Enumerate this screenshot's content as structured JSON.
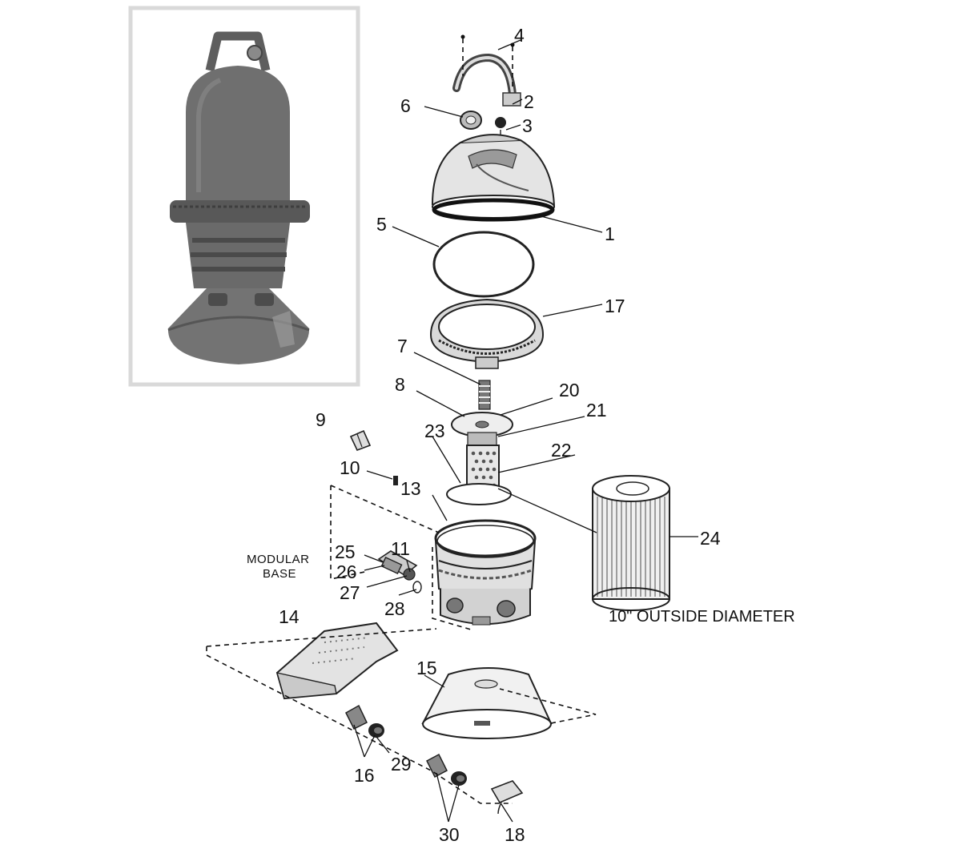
{
  "product_photo": {
    "icon": "cartridge-filter-photo"
  },
  "part_labels": {
    "p1": "1",
    "p2": "2",
    "p3": "3",
    "p4": "4",
    "p5": "5",
    "p6": "6",
    "p7": "7",
    "p8": "8",
    "p9": "9",
    "p10": "10",
    "p11": "11",
    "p13": "13",
    "p14": "14",
    "p15": "15",
    "p16": "16",
    "p17": "17",
    "p18": "18",
    "p20": "20",
    "p21": "21",
    "p22": "22",
    "p23": "23",
    "p24": "24",
    "p25": "25",
    "p26": "26",
    "p27": "27",
    "p28": "28",
    "p29": "29",
    "p30": "30"
  },
  "captions": {
    "modular_line1": "MODULAR",
    "modular_line2": "BASE",
    "cartridge_size": "10\" OUTSIDE DIAMETER"
  },
  "colors": {
    "photo_frame": "#d9d9d9",
    "filter_body": "#6f6f6f",
    "line": "#111111"
  }
}
